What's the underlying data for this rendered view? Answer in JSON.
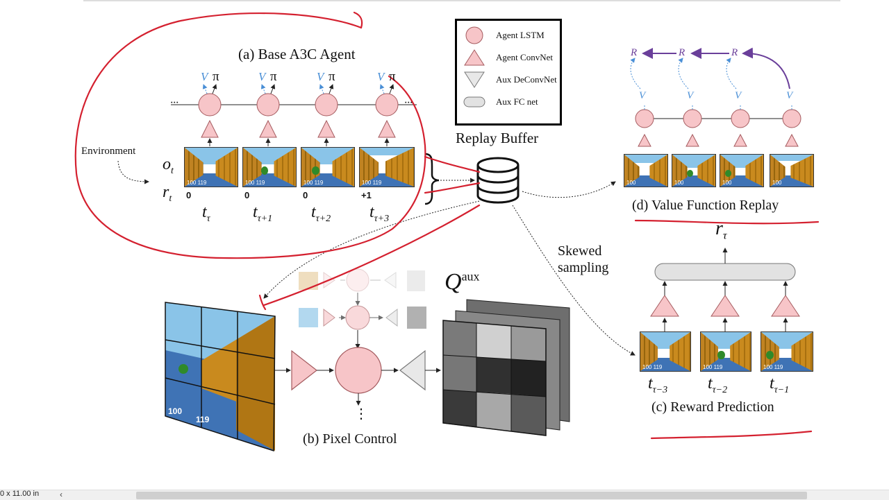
{
  "titles": {
    "base_agent": "(a) Base A3C Agent",
    "pixel_control": "(b) Pixel Control",
    "reward_prediction": "(c) Reward Prediction",
    "value_replay": "(d) Value Function Replay",
    "replay_buffer": "Replay Buffer",
    "skewed_sampling_1": "Skewed",
    "skewed_sampling_2": "sampling",
    "environment": "Environment"
  },
  "legend": {
    "items": [
      {
        "label": "Agent LSTM",
        "icon": "circle-icon"
      },
      {
        "label": "Agent ConvNet",
        "icon": "triangle-up-icon"
      },
      {
        "label": "Aux DeConvNet",
        "icon": "triangle-down-icon"
      },
      {
        "label": "Aux FC net",
        "icon": "rounded-rect-icon"
      }
    ]
  },
  "base_agent": {
    "obs_symbol": "o",
    "obs_sub": "t",
    "reward_symbol": "r",
    "reward_sub": "t",
    "rewards": [
      "0",
      "0",
      "0",
      "+1"
    ],
    "time_labels": [
      {
        "base": "t",
        "sub": "τ"
      },
      {
        "base": "t",
        "sub": "τ+1"
      },
      {
        "base": "t",
        "sub": "τ+2"
      },
      {
        "base": "t",
        "sub": "τ+3"
      }
    ],
    "output_v": "V",
    "output_pi": "π",
    "ellipsis_left": "···",
    "ellipsis_right": "···"
  },
  "pixel_control": {
    "q_symbol": "Q",
    "q_sup": "aux",
    "hud_left": "100",
    "hud_right": "119",
    "ellipsis_down": "⋮"
  },
  "reward_prediction": {
    "target_symbol": "r",
    "target_sub": "τ",
    "time_labels": [
      {
        "base": "t",
        "sub": "τ−3"
      },
      {
        "base": "t",
        "sub": "τ−2"
      },
      {
        "base": "t",
        "sub": "τ−1"
      }
    ]
  },
  "value_replay": {
    "r_label": "R",
    "v_label": "V"
  },
  "frame_hud": {
    "left": "100",
    "right": "119"
  },
  "status": {
    "page_size": "0 x 11.00 in",
    "scroll_left_icon": "chevron-left-icon"
  },
  "colors": {
    "pink_fill": "#f7c5c8",
    "pink_stroke": "#a45a5e",
    "annot_red": "#d4202f",
    "value_blue": "#4a8fd6",
    "return_purple": "#6a3f9a"
  }
}
